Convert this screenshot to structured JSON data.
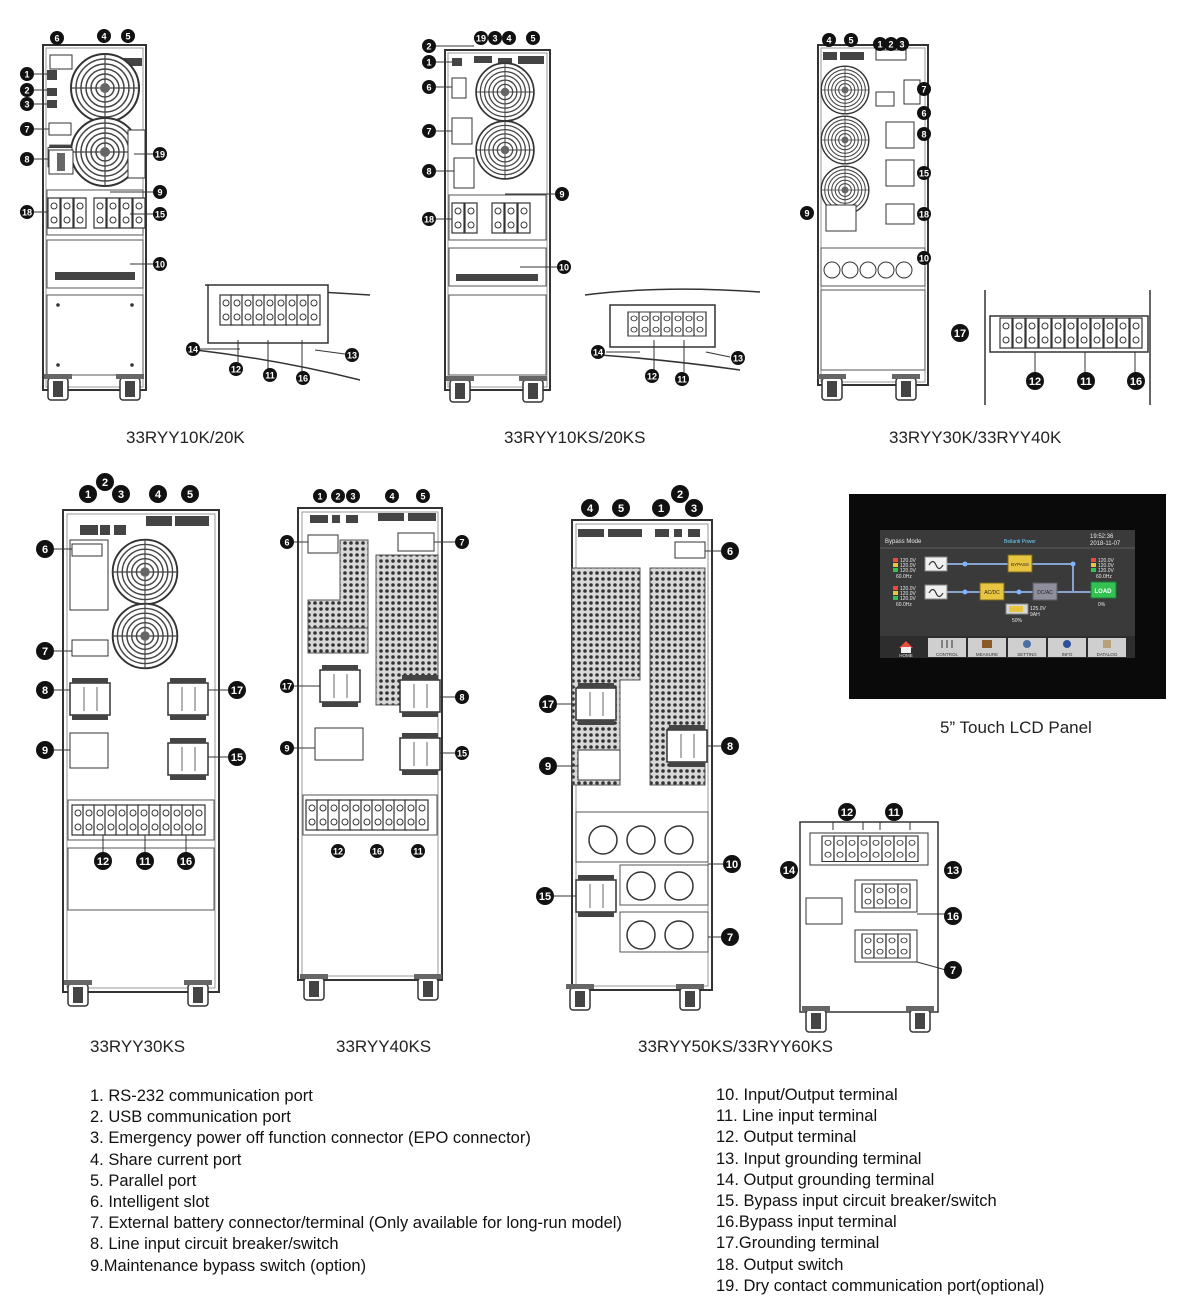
{
  "models": {
    "m1": "33RYY10K/20K",
    "m2": "33RYY10KS/20KS",
    "m3": "33RYY30K/33RYY40K",
    "m4": "33RYY30KS",
    "m5": "33RYY40KS",
    "m6": "33RYY50KS/33RYY60KS"
  },
  "lcd": {
    "caption": "5” Touch LCD Panel",
    "mode": "Bypass Mode",
    "time": "19:52:36",
    "date": "2018-11-07",
    "brand": "Bellanti Power",
    "bypass_label": "BYPASS",
    "acdc_label": "AC/DC",
    "dcac_label": "DC/AC",
    "load_label": "LOAD",
    "load_pct": "0%",
    "in1": [
      "120.0V",
      "120.0V",
      "120.0V",
      "60.0Hz"
    ],
    "in2": [
      "120.0V",
      "120.0V",
      "120.0V",
      "60.0Hz"
    ],
    "out": [
      "120.0V",
      "120.0V",
      "120.0V",
      "60.0Hz"
    ],
    "battery": [
      "125.0V",
      "9AH",
      "50%"
    ],
    "nav": [
      "HOME",
      "CONTROL",
      "MEASURE",
      "SETTING",
      "INFO",
      "DATALOG"
    ]
  },
  "legend_left": [
    "1. RS-232 communication port",
    "2. USB communication port",
    "3. Emergency power off function connector (EPO connector)",
    "4. Share current port",
    "5. Parallel port",
    "6. Intelligent slot",
    "7. External battery connector/terminal (Only available for long-run model)",
    "8. Line input circuit breaker/switch",
    "9.Maintenance bypass switch (option)"
  ],
  "legend_right": [
    "10. Input/Output terminal",
    "11. Line input terminal",
    "12. Output terminal",
    "13. Input grounding terminal",
    "14. Output grounding terminal",
    "15. Bypass input circuit breaker/switch",
    "16.Bypass input terminal",
    "17.Grounding terminal",
    "18. Output switch",
    "19. Dry contact communication port(optional)"
  ]
}
